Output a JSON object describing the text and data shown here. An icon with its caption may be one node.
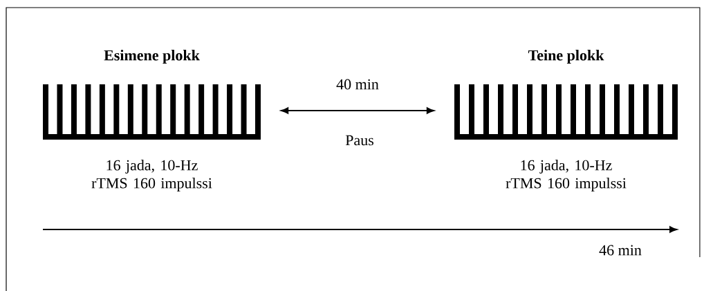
{
  "diagram": {
    "nodes": [
      {
        "text": [
          "Esimene plokk"
        ],
        "beside": [
          "16 jada, 10-Hz rTMS 160 impulssi"
        ]
      },
      {
        "text": [
          "Teine plokk"
        ],
        "beside": [
          "16 jada, 10-Hz rTMS 160 impulssi"
        ]
      }
    ],
    "edges": [
      {
        "from": 0,
        "to": 1,
        "arrow": "both",
        "label": "40 min"
      }
    ],
    "labels": [
      "Paus",
      "46 min"
    ]
  }
}
